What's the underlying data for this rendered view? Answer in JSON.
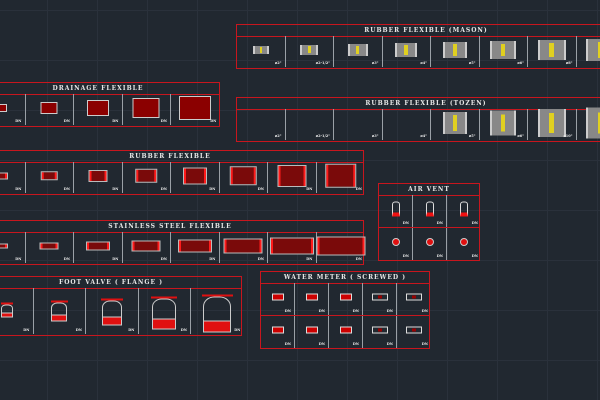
{
  "panels": {
    "rubber_mason": {
      "title": "RUBBER FLEXIBLE (MASON)",
      "cells": [
        "ø2\"",
        "ø2-1/2\"",
        "ø3\"",
        "ø4\"",
        "ø5\"",
        "ø6\"",
        "ø8\"",
        ""
      ]
    },
    "rubber_tozen": {
      "title": "RUBBER FLEXIBLE (TOZEN)",
      "cells": [
        "ø2\"",
        "ø2-1/2\"",
        "ø3\"",
        "ø4\"",
        "ø5\"",
        "ø6\"",
        "ø10\"",
        ""
      ]
    },
    "drainage": {
      "title": "DRAINAGE FLEXIBLE",
      "cells": [
        "DN",
        "DN",
        "DN",
        "DN",
        "DN"
      ]
    },
    "rubber": {
      "title": "RUBBER FLEXIBLE",
      "cells": [
        "DN",
        "DN",
        "DN",
        "DN",
        "DN",
        "DN",
        "DN",
        "DN"
      ]
    },
    "stainless": {
      "title": "STAINLESS STEEL FLEXIBLE",
      "cells": [
        "DN",
        "DN",
        "DN",
        "DN",
        "DN",
        "DN",
        "DN",
        "DN"
      ]
    },
    "air_vent": {
      "title": "AIR VENT",
      "cells": [
        "DN",
        "DN",
        "DN",
        "DN",
        "DN",
        "DN"
      ]
    },
    "foot_valve": {
      "title": "FOOT VALVE ( FLANGE )",
      "cells": [
        "DN",
        "DN",
        "DN",
        "DN",
        "DN"
      ]
    },
    "water_meter": {
      "title": "WATER METER ( SCREWED )",
      "cells": [
        "DN",
        "DN",
        "DN",
        "DN",
        "DN",
        "DN",
        "DN",
        "DN",
        "DN",
        "DN"
      ]
    }
  },
  "colors": {
    "background": "#212830",
    "frame": "#c8161e",
    "symbol_red": "#e01010"
  }
}
